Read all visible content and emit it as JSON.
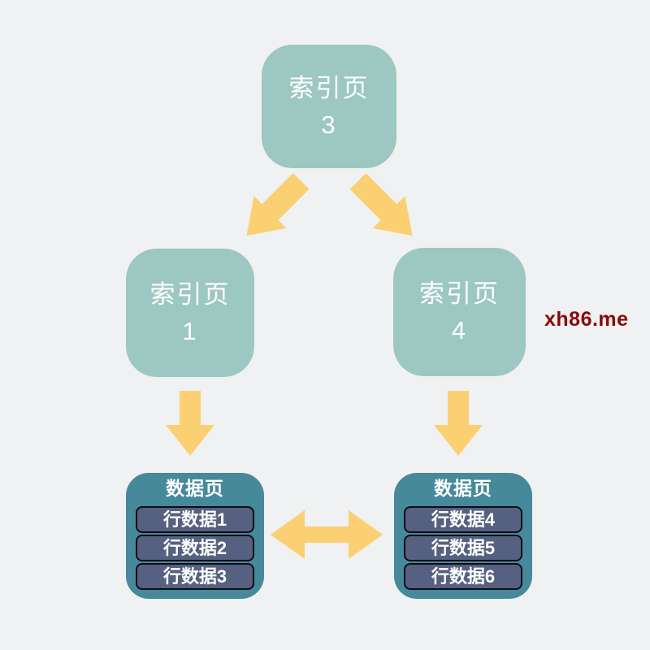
{
  "colors": {
    "background": "#eff1f2",
    "index_box": "#9cc8c1",
    "data_box": "#45899a",
    "row_bg": "#566080",
    "row_border": "#0d0d16",
    "arrow": "#fbd072",
    "text": "#ffffff",
    "watermark": "#8c0808"
  },
  "watermark": "xh86.me",
  "nodes": {
    "root_index": {
      "label": "索引页",
      "number": "3"
    },
    "left_index": {
      "label": "索引页",
      "number": "1"
    },
    "right_index": {
      "label": "索引页",
      "number": "4"
    },
    "left_data": {
      "label": "数据页",
      "rows": [
        "行数据1",
        "行数据2",
        "行数据3"
      ]
    },
    "right_data": {
      "label": "数据页",
      "rows": [
        "行数据4",
        "行数据5",
        "行数据6"
      ]
    }
  }
}
